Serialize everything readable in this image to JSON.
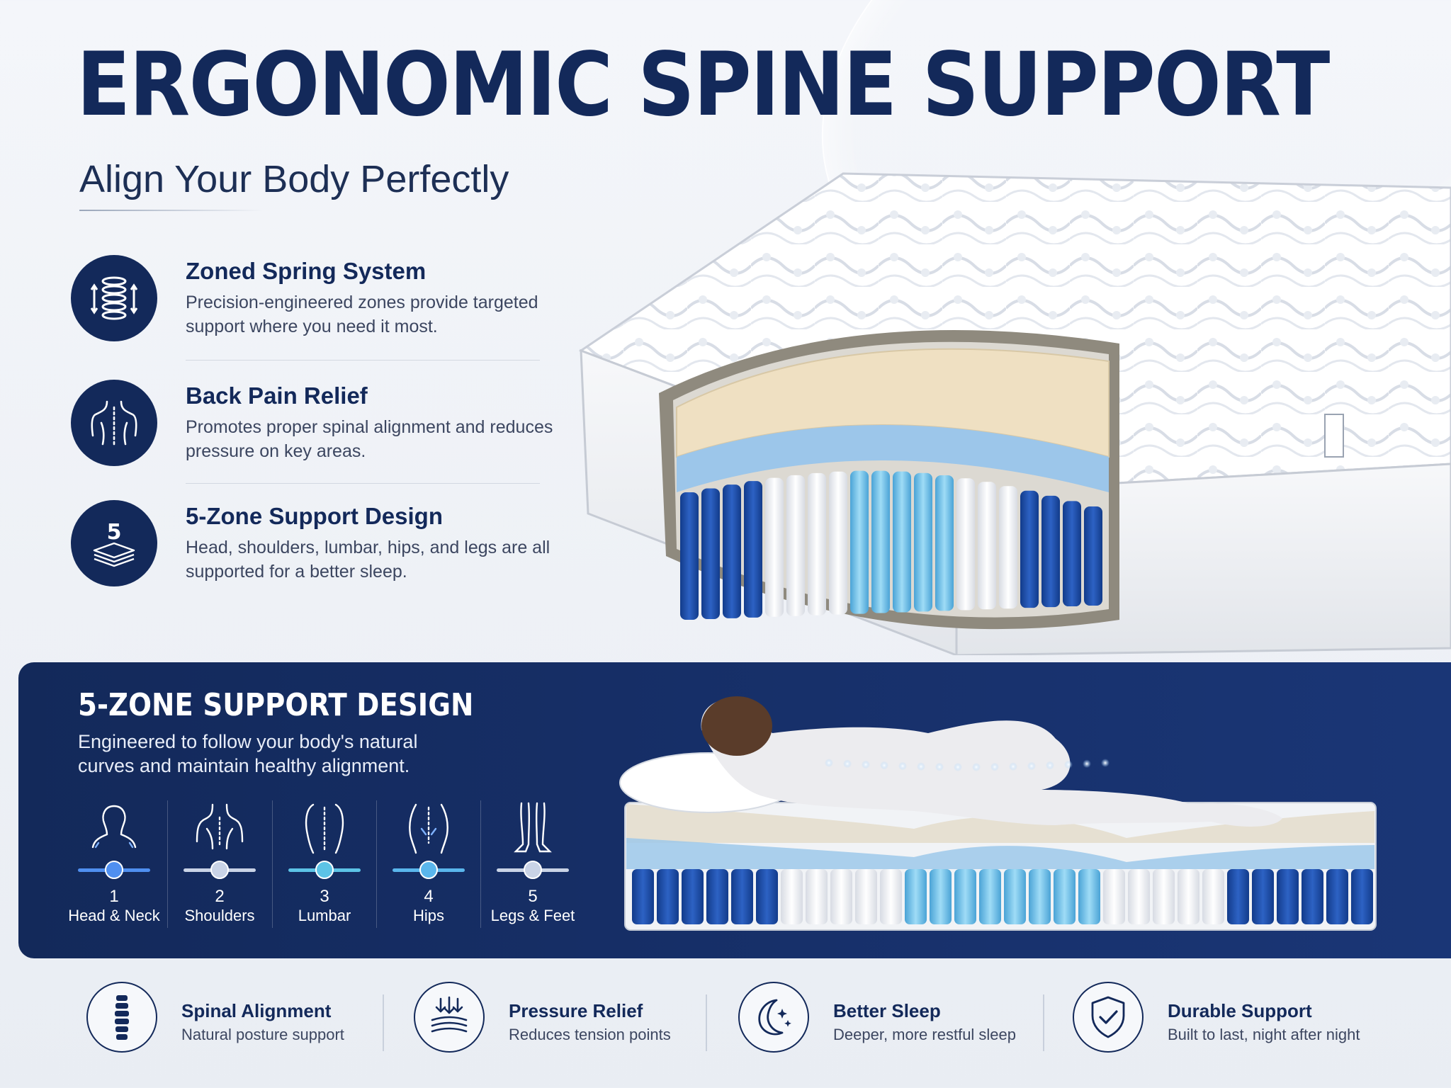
{
  "header": {
    "title": "ERGONOMIC SPINE SUPPORT",
    "subtitle": "Align Your Body Perfectly"
  },
  "features": [
    {
      "icon": "spring-coil-icon",
      "title": "Zoned Spring System",
      "description": "Precision-engineered zones provide targeted support where you need it most."
    },
    {
      "icon": "back-spine-icon",
      "title": "Back Pain Relief",
      "description": "Promotes proper spinal alignment and reduces pressure on key areas."
    },
    {
      "icon": "five-layer-icon",
      "title": "5-Zone Support Design",
      "description": "Head, shoulders, lumbar, hips, and legs are all supported for a better sleep.",
      "icon_number": "5"
    }
  ],
  "zone_panel": {
    "title": "5-ZONE SUPPORT DESIGN",
    "description": "Engineered to follow your body's natural curves and maintain healthy alignment.",
    "zones": [
      {
        "number": "1",
        "label": "Head & Neck",
        "icon": "head-neck-icon",
        "color": "#4f8ff0"
      },
      {
        "number": "2",
        "label": "Shoulders",
        "icon": "shoulders-icon",
        "color": "#c9d3e6"
      },
      {
        "number": "3",
        "label": "Lumbar",
        "icon": "lumbar-icon",
        "color": "#5cc3e6"
      },
      {
        "number": "4",
        "label": "Hips",
        "icon": "hips-icon",
        "color": "#5ab6ec"
      },
      {
        "number": "5",
        "label": "Legs & Feet",
        "icon": "legs-feet-icon",
        "color": "#c9d3e6"
      }
    ]
  },
  "benefits": [
    {
      "icon": "spine-icon",
      "title": "Spinal Alignment",
      "description": "Natural posture support"
    },
    {
      "icon": "pressure-relief-icon",
      "title": "Pressure Relief",
      "description": "Reduces tension points"
    },
    {
      "icon": "moon-stars-icon",
      "title": "Better Sleep",
      "description": "Deeper, more restful sleep"
    },
    {
      "icon": "shield-check-icon",
      "title": "Durable Support",
      "description": "Built to last, night after night"
    }
  ],
  "colors": {
    "navy": "#13295a",
    "coil_dark_blue": "#1d4fa8",
    "coil_light_blue": "#6ec3ea",
    "coil_white": "#f4f6fa",
    "foam_cream": "#eedfc0",
    "foam_blue": "#9cc6ea"
  }
}
